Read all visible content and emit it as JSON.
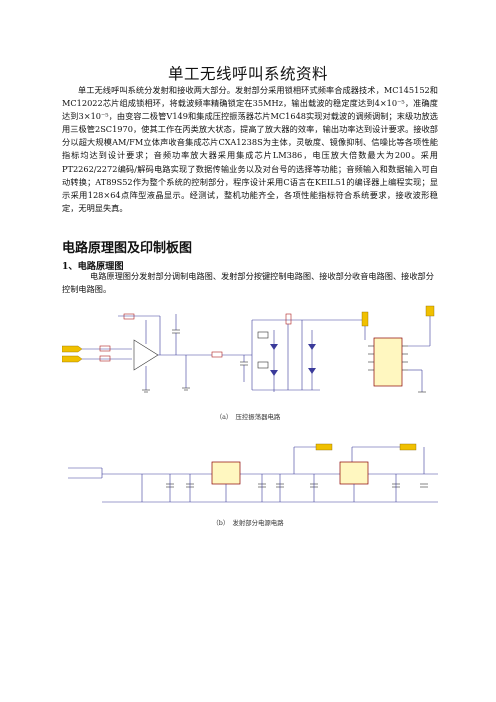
{
  "doc": {
    "title": "单工无线呼叫系统资料",
    "intro": "单工无线呼叫系统分发射和接收两大部分。发射部分采用锁相环式频率合成器技术，MC145152和MC12022芯片组成锁相环，将载波频率精确锁定在35MHz，输出载波的稳定度达到4×10⁻⁵，准确度达到3×10⁻⁵，由变容二极管V149和集成压控振荡器芯片MC1648实现对载波的调频调制；末级功放选用三极管2SC1970，使其工作在丙类放大状态，提高了放大器的效率，输出功率达到设计要求。接收部分以超大规模AM/FM立体声收音集成芯片CXA1238S为主体，灵敏度、镜像抑制、信噪比等各项性能指标均达到设计要求；音频功率放大器采用集成芯片LM386，电压放大倍数最大为200。采用PT2262/2272编码/解码电路实现了数据传输业务以及对台号的选择等功能；音频输入和数据输入可自动转换；AT89S52作为整个系统的控制部分，程序设计采用C语言在KEIL51的编译器上编程实现；显示采用128×64点阵型液晶显示。经测试，整机功能齐全，各项性能指标符合系统要求，接收波形稳定，无明显失真。",
    "section_title": "电路原理图及印制板图",
    "subsection_title": "1、电路原理图",
    "subsection_text": "电路原理图分发射部分调制电路图、发射部分按键控制电路图、接收部分收音电路图、接收部分控制电路图。",
    "fig_a_caption": "（a）　压控振荡器电路",
    "fig_b_caption": "（b）　发射部分电源电路"
  },
  "colors": {
    "wire": "#3a3a9a",
    "part": "#b02020",
    "tag": "#f0c000"
  }
}
